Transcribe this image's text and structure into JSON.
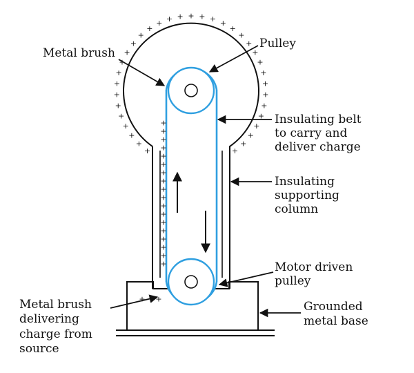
{
  "labels": {
    "metal_brush_top": "Metal brush",
    "pulley": "Pulley",
    "insulating_belt": [
      "Insulating belt",
      "to carry and",
      "deliver charge"
    ],
    "insulating_column": [
      "Insulating",
      "supporting",
      "column"
    ],
    "motor_pulley": [
      "Motor driven",
      "pulley"
    ],
    "grounded_base": [
      "Grounded",
      "metal base"
    ],
    "metal_brush_bottom": [
      "Metal brush",
      "delivering",
      "charge from",
      "source"
    ]
  },
  "charge_symbol": "+",
  "colors": {
    "belt": "#2f9fe0",
    "line": "#111111",
    "background": "#ffffff"
  }
}
